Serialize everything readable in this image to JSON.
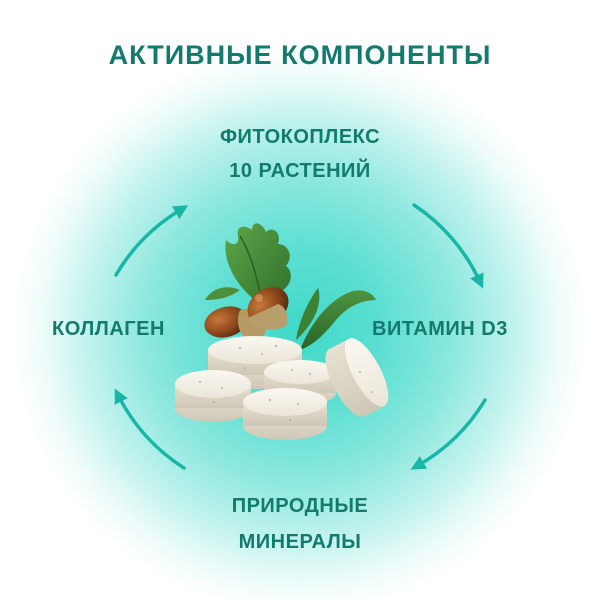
{
  "title": "АКТИВНЫЕ КОМПОНЕНТЫ",
  "components": {
    "top": [
      "ФИТОКОПЛЕКС",
      "10 РАСТЕНИЙ"
    ],
    "left": "КОЛЛАГЕН",
    "right": "ВИТАМИН D3",
    "bottom": [
      "ПРИРОДНЫЕ",
      "МИНЕРАЛЫ"
    ]
  },
  "colors": {
    "text": "#137a6e",
    "arrow": "#17b6a7",
    "glow": "#3fd9c9"
  },
  "icons": {
    "cycle": "circular-arrows-icon",
    "product": "tablets-with-oak-leaves-and-acorns"
  }
}
